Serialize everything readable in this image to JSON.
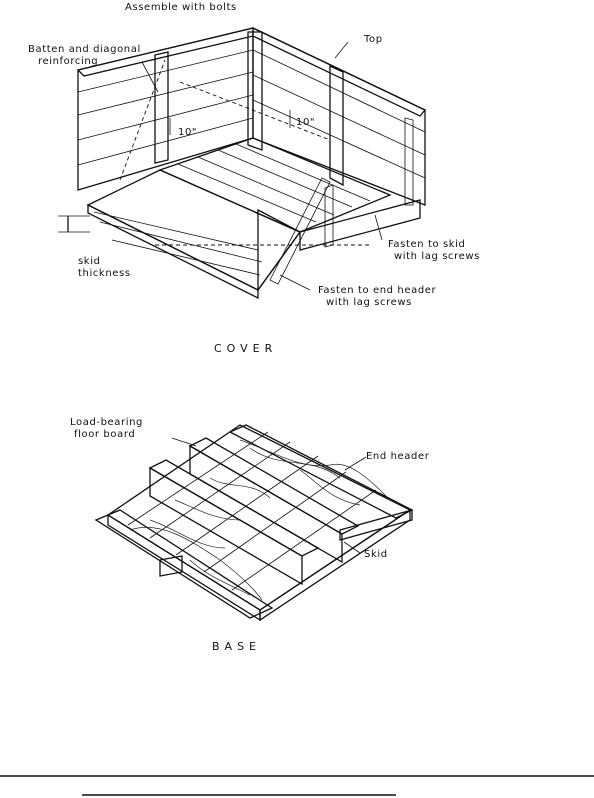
{
  "cover": {
    "caption": "COVER",
    "labels": {
      "assemble": "Assemble with bolts",
      "batten_1": "Batten and diagonal",
      "batten_2": "reinforcing",
      "top": "Top",
      "dim_left": "10\"",
      "dim_right": "10\"",
      "skid_1": "skid",
      "skid_2": "thickness",
      "fasten_skid_1": "Fasten to skid",
      "fasten_skid_2": "with lag screws",
      "fasten_header_1": "Fasten to end header",
      "fasten_header_2": "with lag screws"
    }
  },
  "base": {
    "caption": "BASE",
    "labels": {
      "load_1": "Load-bearing",
      "load_2": "floor board",
      "end_header": "End header",
      "skid": "Skid"
    }
  }
}
